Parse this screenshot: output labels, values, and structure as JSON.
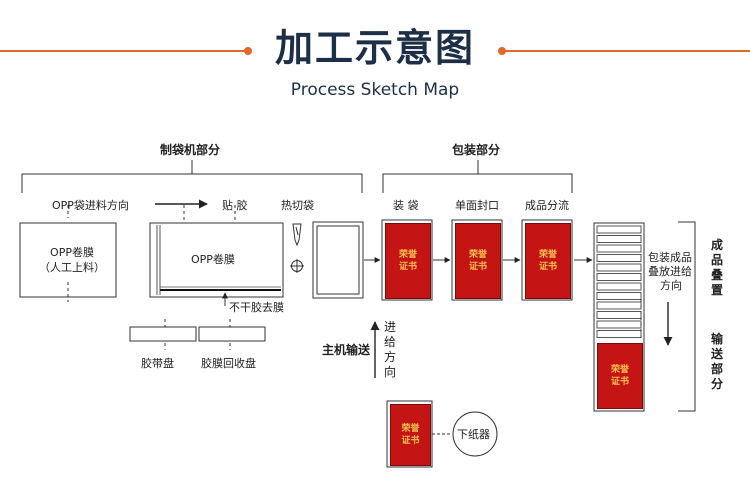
{
  "header": {
    "title": "加工示意图",
    "subtitle": "Process Sketch Map"
  },
  "sections": {
    "bag_making": "制袋机部分",
    "packing": "包装部分"
  },
  "labels": {
    "opp_feed_direction": "OPP袋进料方向",
    "glue_apply": "贴 胶",
    "heat_cut": "热切袋",
    "opp_film_manual_line1": "OPP卷膜",
    "opp_film_manual_line2": "（人工上料）",
    "opp_film": "OPP卷膜",
    "non_dry_glue": "不干胶去膜",
    "tape_reel": "胶带盘",
    "film_recycle_reel": "胶膜回收盘",
    "bagging": "装 袋",
    "single_seal": "单面封口",
    "product_sort": "成品分流",
    "main_conveyor": "主机输送",
    "feed_direction": "进给方向",
    "paper_feeder": "下纸器",
    "stack_note_line1": "包装成品",
    "stack_note_line2": "叠放进给",
    "stack_note_line3": "方向",
    "product_stacking": "成品叠置",
    "conveying": "输送部分"
  },
  "certificate": {
    "line1": "荣誉",
    "line2": "证书"
  },
  "colors": {
    "title": "#1c2f46",
    "accent_orange": "#e4662b",
    "certificate_red": "#c41414",
    "certificate_text": "#f2c14e"
  }
}
